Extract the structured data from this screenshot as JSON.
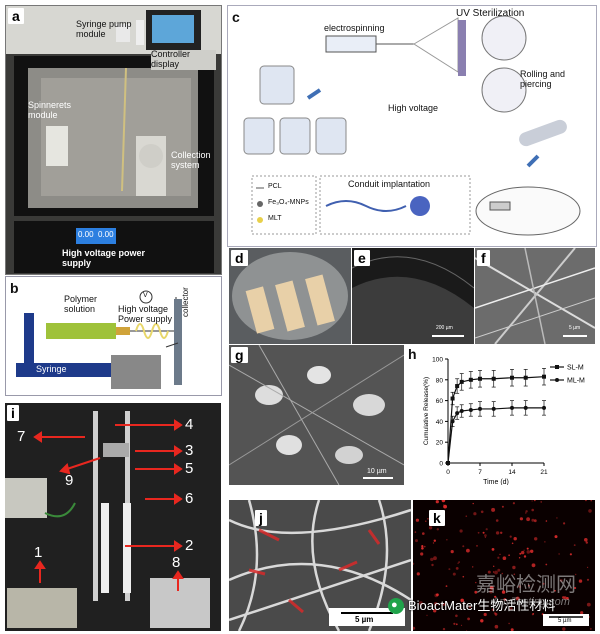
{
  "panels": {
    "a": {
      "label": "a",
      "annotations": {
        "syringe_pump": "Syringe pump module",
        "controller": "Controller display",
        "spinnerets": "Spinnerets module",
        "collection": "Collection system",
        "hv_supply": "High voltage power supply",
        "display_left": "0.00",
        "display_right": "0.00"
      }
    },
    "b": {
      "label": "b",
      "annotations": {
        "polymer": "Polymer solution",
        "hv_supply": "High voltage Power supply",
        "syringe": "Syringe",
        "collector": "collector",
        "volt_symbol": "V"
      }
    },
    "c": {
      "label": "c",
      "annotations": {
        "electrospinning": "electrospinning",
        "uv": "UV Sterilization",
        "high_voltage": "High voltage",
        "rolling": "Rolling and piercing",
        "conduit": "Conduit implantation",
        "legend_pcl": "PCL",
        "legend_fe": "Fe₃O₄-MNPs",
        "legend_mlt": "MLT"
      }
    },
    "d": {
      "label": "d"
    },
    "e": {
      "label": "e",
      "scalebar": "200 µm"
    },
    "f": {
      "label": "f",
      "scalebar": "5 µm"
    },
    "g": {
      "label": "g",
      "scalebar": "10 µm"
    },
    "h": {
      "label": "h"
    },
    "i": {
      "label": "i",
      "numbers": [
        "1",
        "2",
        "3",
        "4",
        "5",
        "6",
        "7",
        "8",
        "9"
      ]
    },
    "j": {
      "label": "j",
      "scalebar": "5 µm"
    },
    "k": {
      "label": "k",
      "scalebar": "5 µm"
    }
  },
  "watermark": {
    "line1": "嘉峪检测网",
    "line2": "AnyTesting.com",
    "account": "BioactMater生物活性材料"
  },
  "colors": {
    "series_sl": "#111111",
    "series_ml": "#111111",
    "uv_purple": "#8a7fb0",
    "arrow_blue": "#3f6fb5",
    "arrow_red": "#e8271f",
    "fluor_red": "#d82a2a"
  },
  "chart_data": {
    "type": "line",
    "ylabel": "Cumulative Release(%)",
    "xlabel": "Time (d)",
    "xlim": [
      0,
      21
    ],
    "ylim": [
      0,
      100
    ],
    "xticks": [
      0,
      7,
      14,
      21
    ],
    "xtick_labels": [
      "0",
      "7",
      "14",
      "21"
    ],
    "yticks": [
      0,
      20,
      40,
      60,
      80,
      100
    ],
    "ytick_labels": [
      "0",
      "20",
      "40",
      "60",
      "80",
      "100"
    ],
    "legend_position": "top-right",
    "series": [
      {
        "name": "SL-M",
        "marker": "square",
        "x": [
          0,
          1,
          2,
          3,
          5,
          7,
          10,
          14,
          17,
          21
        ],
        "y": [
          0,
          62,
          74,
          78,
          80,
          81,
          81,
          82,
          82,
          83
        ],
        "err": [
          0,
          6,
          7,
          8,
          8,
          8,
          8,
          8,
          8,
          8
        ]
      },
      {
        "name": "ML-M",
        "marker": "circle",
        "x": [
          0,
          1,
          2,
          3,
          5,
          7,
          10,
          14,
          17,
          21
        ],
        "y": [
          0,
          40,
          48,
          50,
          51,
          52,
          52,
          53,
          53,
          53
        ],
        "err": [
          0,
          5,
          6,
          6,
          6,
          7,
          7,
          7,
          7,
          7
        ]
      }
    ]
  }
}
